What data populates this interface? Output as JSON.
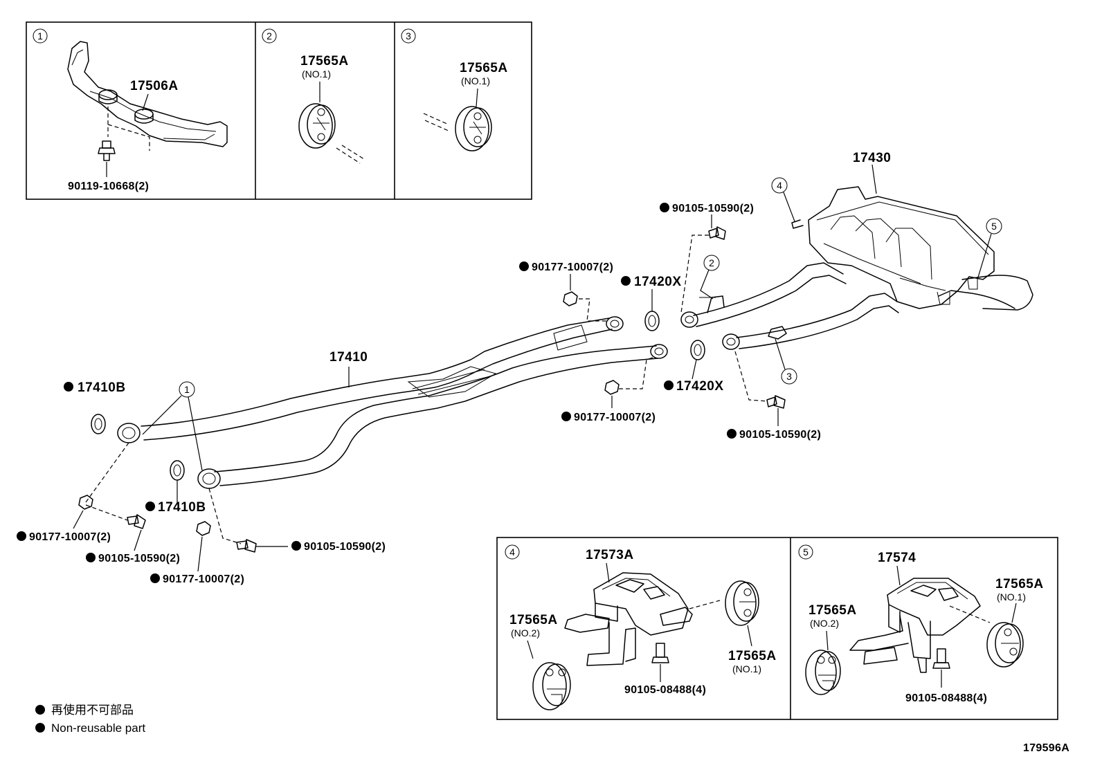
{
  "diagram_id": "179596A",
  "legend": {
    "jp": "再使用不可部品",
    "en": "Non-reusable part"
  },
  "insets": {
    "i1": {
      "num": "1",
      "part": "17506A",
      "bolt": "90119-10668(2)"
    },
    "i2": {
      "num": "2",
      "part": "17565A",
      "sub": "(NO.1)"
    },
    "i3": {
      "num": "3",
      "part": "17565A",
      "sub": "(NO.1)"
    },
    "i4": {
      "num": "4",
      "bracket": "17573A",
      "hanger2": "17565A",
      "hanger2_sub": "(NO.2)",
      "hanger1": "17565A",
      "hanger1_sub": "(NO.1)",
      "bolt": "90105-08488(4)"
    },
    "i5": {
      "num": "5",
      "bracket": "17574",
      "hanger2": "17565A",
      "hanger2_sub": "(NO.2)",
      "hanger1": "17565A",
      "hanger1_sub": "(NO.1)",
      "bolt": "90105-08488(4)"
    }
  },
  "main": {
    "muffler": "17430",
    "pipe": "17410",
    "gasket_b1": "17410B",
    "gasket_b2": "17410B",
    "gasket_x1": "17420X",
    "gasket_x2": "17420X",
    "bolt_top": "90105-10590(2)",
    "nut_top": "90177-10007(2)",
    "nut_mid": "90177-10007(2)",
    "bolt_right": "90105-10590(2)",
    "nut_left": "90177-10007(2)",
    "bolt_left": "90105-10590(2)",
    "bolt_center": "90105-10590(2)",
    "nut_bottom": "90177-10007(2)",
    "callout_1": "1",
    "callout_2": "2",
    "callout_3": "3",
    "callout_4": "4",
    "callout_5": "5"
  }
}
